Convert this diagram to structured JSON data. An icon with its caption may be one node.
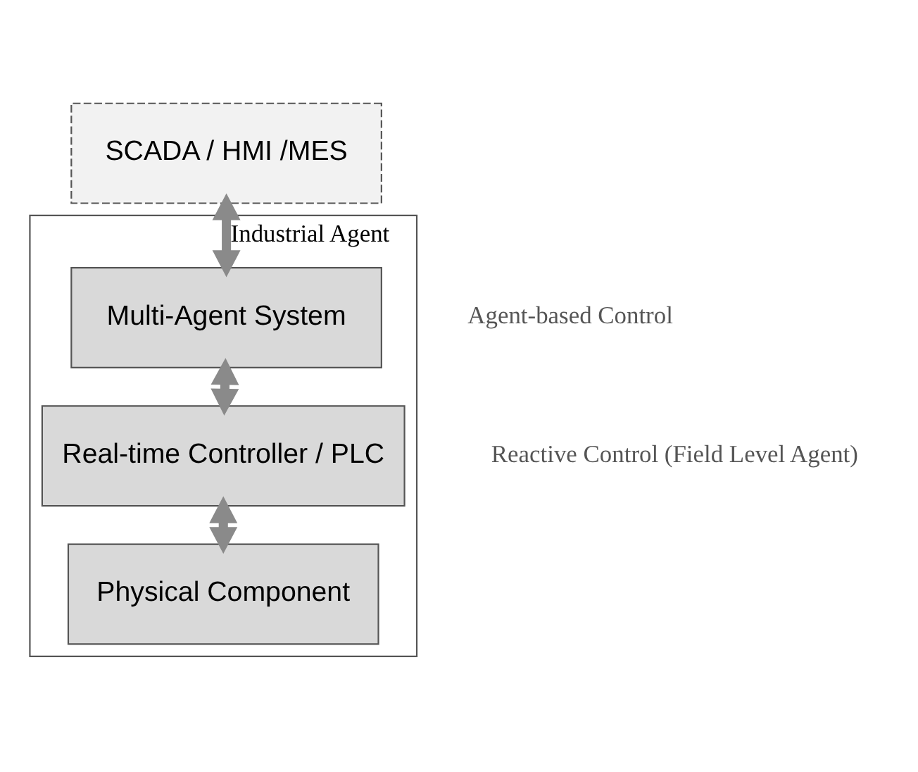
{
  "diagram": {
    "nodes": [
      {
        "text": [
          "SCADA / HMI /MES"
        ]
      },
      {
        "text": [
          "Industrial Agent"
        ]
      },
      {
        "text": [
          "Multi-Agent System"
        ],
        "in": 1
      },
      {
        "text": [
          "Real-time Controller / PLC"
        ],
        "in": 1
      },
      {
        "text": [
          "Physical Component"
        ],
        "in": 1
      }
    ],
    "edges": [
      {
        "from": 0,
        "to": 2,
        "arrow": "both"
      },
      {
        "from": 2,
        "to": 3,
        "arrow": "both"
      },
      {
        "from": 3,
        "to": 4,
        "arrow": "both"
      }
    ],
    "labels": [
      "Agent-based Control",
      "Reactive Control (Field Level Agent)"
    ]
  }
}
